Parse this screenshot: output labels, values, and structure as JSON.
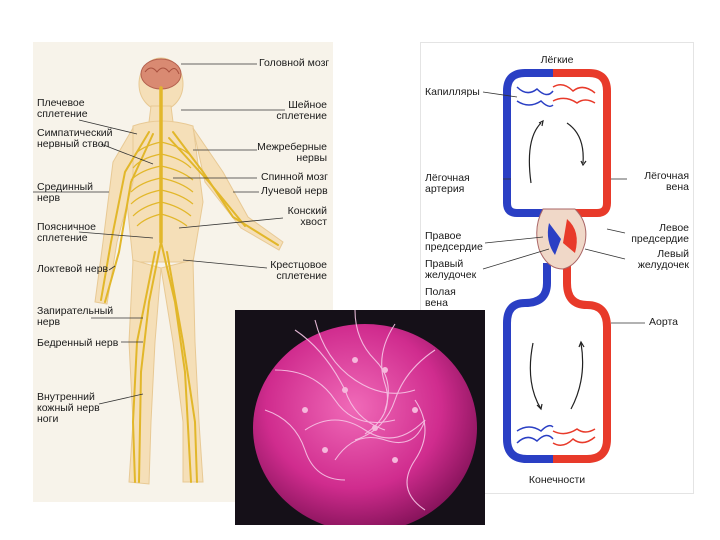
{
  "nervous": {
    "labels_left": [
      {
        "key": "brachial",
        "text": "Плечевое\nсплетение"
      },
      {
        "key": "sympathetic",
        "text": "Симпатический\nнервный ствол"
      },
      {
        "key": "median",
        "text": "Срединный\nнерв"
      },
      {
        "key": "lumbar",
        "text": "Поясничное\nсплетение"
      },
      {
        "key": "ulnar",
        "text": "Локтевой нерв"
      },
      {
        "key": "obturator",
        "text": "Запирательный\nнерв"
      },
      {
        "key": "femoral",
        "text": "Бедренный нерв"
      },
      {
        "key": "cutaneous",
        "text": "Внутренний\nкожный нерв\nноги"
      }
    ],
    "labels_right": [
      {
        "key": "pons",
        "text": "Головной мозг"
      },
      {
        "key": "cervical",
        "text": "Шейное\nсплетение"
      },
      {
        "key": "intercostal",
        "text": "Межреберные\nнервы"
      },
      {
        "key": "spinal",
        "text": "Спинной мозг"
      },
      {
        "key": "radial",
        "text": "Лучевой нерв"
      },
      {
        "key": "cauda",
        "text": "Конский\nхвост"
      },
      {
        "key": "sacral",
        "text": "Крестцовое\nсплетение"
      }
    ]
  },
  "circulation": {
    "top": "Лёгкие",
    "capillaries": "Капилляры",
    "pulm_artery": "Лёгочная\nартерия",
    "pulm_vein": "Лёгочная\nвена",
    "right_atrium": "Правое\nпредсердие",
    "right_ventricle": "Правый\nжелудочек",
    "vena_cava": "Полая\nвена",
    "left_atrium": "Левое\nпредсердие",
    "left_ventricle": "Левый\nжелудочек",
    "aorta": "Аорта",
    "bottom": "Конечности"
  },
  "colors": {
    "nerve": "#e2b72a",
    "body_fill": "#f5dfb8",
    "artery": "#e83a2a",
    "vein": "#2a3fc4",
    "egg": "#d02c8e"
  },
  "icons": [
    "brain-icon",
    "heart-icon"
  ]
}
